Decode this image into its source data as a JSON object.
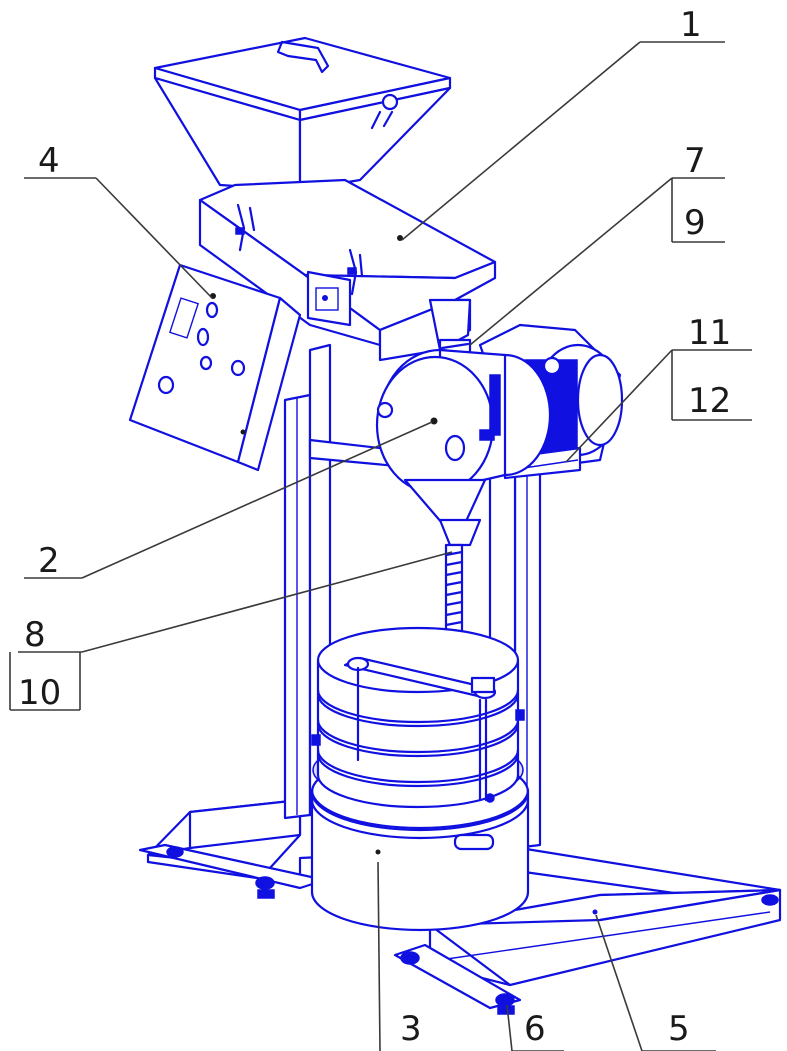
{
  "colors": {
    "drawing": "#1010e0",
    "leader": "#3a3a3a",
    "label": "#1a1a1a",
    "background": "#ffffff"
  },
  "callouts": {
    "c1": "1",
    "c2": "2",
    "c3": "3",
    "c4": "4",
    "c5": "5",
    "c6": "6",
    "c7": "7",
    "c8": "8",
    "c9": "9",
    "c10": "10",
    "c11": "11",
    "c12": "12"
  }
}
